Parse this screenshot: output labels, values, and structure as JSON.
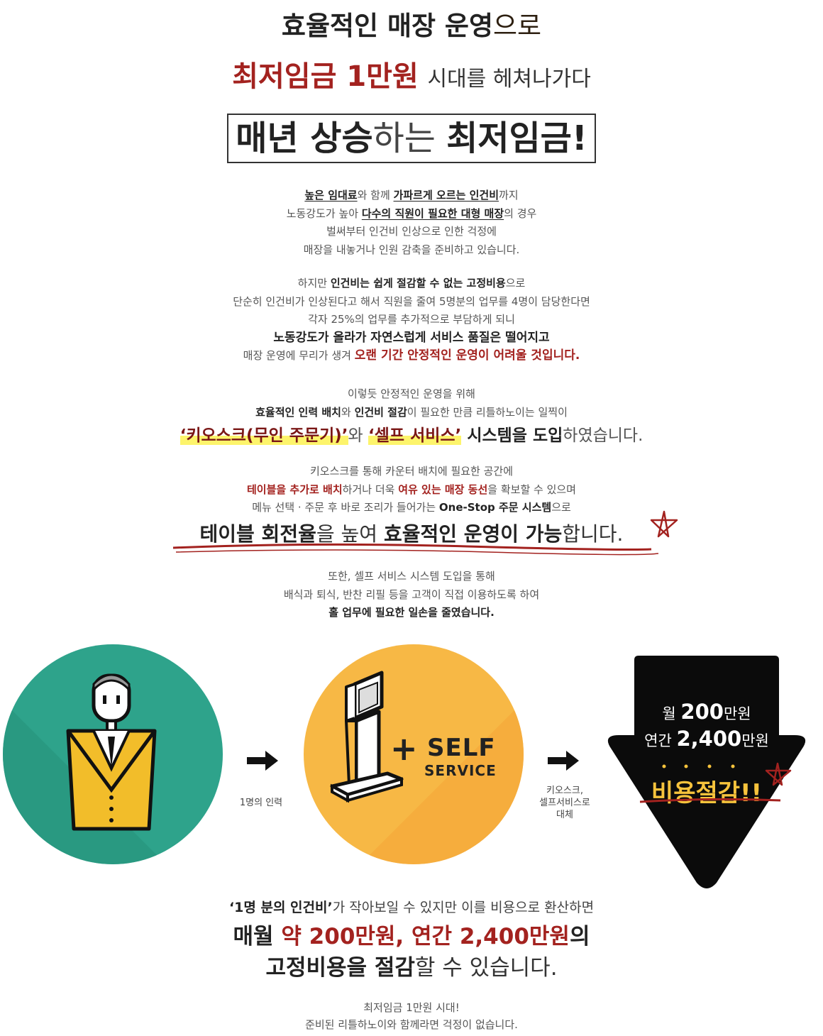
{
  "heading": {
    "line1_bold": "효율적인 매장 운영",
    "line1_rest": "으로",
    "line2_red": "최저임금 1만원",
    "line2_rest": "시대를 헤쳐나가다",
    "box_a": "매년 상승",
    "box_b": "하는 ",
    "box_c": "최저임금!"
  },
  "p1": {
    "l1a": "높은 임대료",
    "l1b": "와 함께 ",
    "l1c": "가파르게 오르는 인건비",
    "l1d": "까지",
    "l2a": "노동강도가 높아 ",
    "l2b": "다수의 직원이 필요한 대형 매장",
    "l2c": "의 경우",
    "l3": "벌써부터 인건비 인상으로 인한 걱정에",
    "l4": "매장을 내놓거나 인원 감축을 준비하고 있습니다."
  },
  "p2": {
    "l1a": "하지만 ",
    "l1b": "인건비는 쉽게 절감할 수 없는 고정비용",
    "l1c": "으로",
    "l2": "단순히 인건비가 인상된다고 해서 직원을 줄여 5명분의 업무를 4명이 담당한다면",
    "l3": "각자 25%의 업무를 추가적으로 부담하게 되니",
    "l4": "노동강도가 올라가 자연스럽게 서비스 품질은 떨어지고",
    "l5a": "매장 운영에 무리가 생겨 ",
    "l5b": "오랜 기간 안정적인 운영이 어려울 것입니다."
  },
  "p3": {
    "l1": "이렇듯 안정적인 운영을 위해",
    "l2a": "효율적인 인력 배치",
    "l2b": "와 ",
    "l2c": "인건비 절감",
    "l2d": "이 필요한 만큼 리틀하노이는 일찍이",
    "l3a": "‘키오스크(무인 주문기)’",
    "l3b": "와 ",
    "l3c": "‘셀프 서비스’",
    "l3d": " 시스템을 도입",
    "l3e": "하였습니다."
  },
  "p4": {
    "l1": "키오스크를 통해 카운터 배치에 필요한 공간에",
    "l2a": "테이블을 추가로 배치",
    "l2b": "하거나 더욱 ",
    "l2c": "여유 있는 매장 동선",
    "l2d": "을 확보할 수 있으며",
    "l3a": "메뉴 선택 · 주문 후 바로 조리가 들어가는 ",
    "l3b": "One-Stop 주문 시스템",
    "l3c": "으로",
    "l4a": "테이블 회전율",
    "l4b": "을 높여 ",
    "l4c": "효율적인 운영이 가능",
    "l4d": "합니다."
  },
  "p5": {
    "l1": "또한, 셀프 서비스 시스템 도입을 통해",
    "l2": "배식과 퇴식, 반찬 리필 등을 고객이 직접 이용하도록 하여",
    "l3": "홀 업무에 필요한 일손을 줄였습니다."
  },
  "diagram": {
    "caption1": "1명의 인력",
    "self": "SELF",
    "service": "SERVICE",
    "plus": "+",
    "caption2_l1": "키오스크,",
    "caption2_l2": "셀프서비스로",
    "caption2_l3": "대체",
    "month_a": "월 ",
    "month_b": "200",
    "month_c": "만원",
    "year_a": "연간 ",
    "year_b": "2,400",
    "year_c": "만원",
    "saving": "비용절감!!"
  },
  "bottom": {
    "l1a": "‘1명 분의 인건비’",
    "l1b": "가 작아보일 수 있지만 이를 비용으로 환산하면",
    "l2a": "매월 ",
    "l2b": "약 200만원, 연간 2,400만원",
    "l2c": "의",
    "l3a": "고정비용을 절감",
    "l3b": "할 수 있습니다.",
    "l4": "최저임금 1만원 시대!",
    "l5": "준비된 리틀하노이와 함께라면 걱정이 없습니다."
  },
  "colors": {
    "accent_red": "#a3221f",
    "green": "#2ea38b",
    "orange": "#f7b845",
    "highlight": "#fdf46b"
  }
}
